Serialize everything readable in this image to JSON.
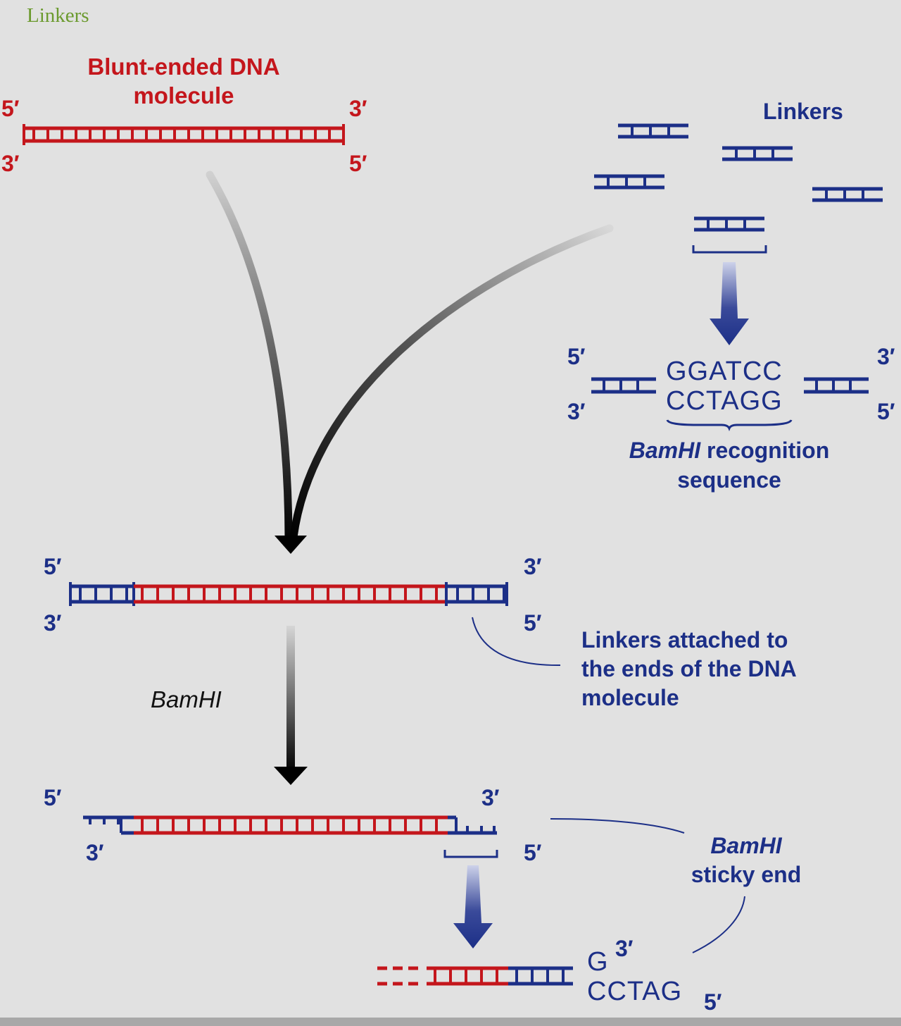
{
  "title": "Linkers",
  "blunt_dna": {
    "label_line1": "Blunt-ended DNA",
    "label_line2": "molecule",
    "top_left": "5′",
    "top_right": "3′",
    "bottom_left": "3′",
    "bottom_right": "5′"
  },
  "linkers": {
    "label": "Linkers"
  },
  "recognition": {
    "top_left": "5′",
    "bottom_left": "3′",
    "top_right": "3′",
    "bottom_right": "5′",
    "top_strand": "GGATCC",
    "bottom_strand": "CCTAGG",
    "enzyme": "BamHI",
    "caption_rest": " recognition",
    "caption_line2": "sequence"
  },
  "attached": {
    "top_left": "5′",
    "bottom_left": "3′",
    "top_right": "3′",
    "bottom_right": "5′",
    "caption_line1": "Linkers attached to",
    "caption_line2": "the ends of the DNA",
    "caption_line3": "molecule"
  },
  "digest": {
    "enzyme": "BamHI"
  },
  "cut": {
    "top_left": "5′",
    "bottom_left": "3′",
    "top_right": "3′",
    "bottom_right": "5′",
    "caption_enzyme": "BamHI",
    "caption_line2": "sticky end"
  },
  "sticky": {
    "top_seq": "G",
    "top_end": "3′",
    "bottom_seq": "CCTAG",
    "bottom_end": "5′"
  },
  "colors": {
    "red": "#c4161c",
    "blue": "#1c2f87",
    "background": "#e1e1e1",
    "title": "#6b9a2e"
  }
}
